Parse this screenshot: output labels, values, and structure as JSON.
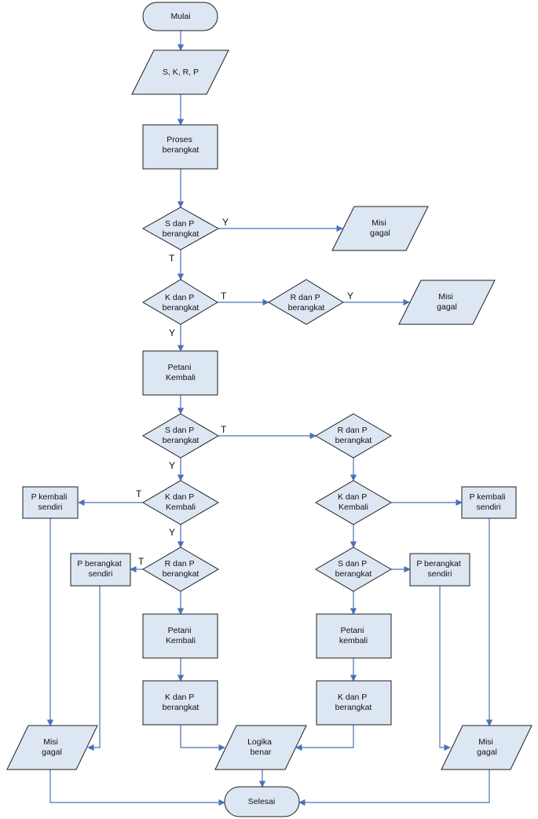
{
  "nodes": {
    "start": [
      "Mulai"
    ],
    "input": [
      "S, K, R, P"
    ],
    "proses": [
      "Proses",
      "berangkat"
    ],
    "d1": [
      "S dan P",
      "berangkat"
    ],
    "out1": [
      "Misi",
      "gagal"
    ],
    "d2": [
      "K dan P",
      "berangkat"
    ],
    "d3": [
      "R dan P",
      "berangkat"
    ],
    "out2": [
      "Misi",
      "gagal"
    ],
    "petani1": [
      "Petani",
      "Kembali"
    ],
    "d4": [
      "S dan P",
      "berangkat"
    ],
    "d5": [
      "R dan P",
      "berangkat"
    ],
    "d6": [
      "K dan P",
      "Kembali"
    ],
    "d7": [
      "K dan P",
      "Kembali"
    ],
    "pk_left": [
      "P kembali",
      "sendiri"
    ],
    "pk_right": [
      "P kembali",
      "sendiri"
    ],
    "d8": [
      "R dan P",
      "berangkat"
    ],
    "d9": [
      "S dan P",
      "berangkat"
    ],
    "pb_left": [
      "P berangkat",
      "sendiri"
    ],
    "pb_right": [
      "P berangkat",
      "sendiri"
    ],
    "petani2": [
      "Petani",
      "Kembali"
    ],
    "petani3": [
      "Petani",
      "kembali"
    ],
    "kp_left": [
      "K dan P",
      "berangkat"
    ],
    "kp_right": [
      "K dan P",
      "berangkat"
    ],
    "out_left": [
      "Misi",
      "gagal"
    ],
    "logika": [
      "Logika",
      "benar"
    ],
    "out_right": [
      "Misi",
      "gagal"
    ],
    "end": [
      "Selesai"
    ]
  },
  "edge_labels": {
    "d1_yes": "Y",
    "d1_no": "T",
    "d2_no": "T",
    "d3_yes": "Y",
    "d2_yes": "Y",
    "d4_no": "T",
    "d4_yes": "Y",
    "d6_no": "T",
    "d6_yes": "Y",
    "d8_no": "T"
  },
  "colors": {
    "node_fill": "#dde6f3",
    "node_stroke": "#1f1f1f",
    "connector": "#4a72b8"
  }
}
